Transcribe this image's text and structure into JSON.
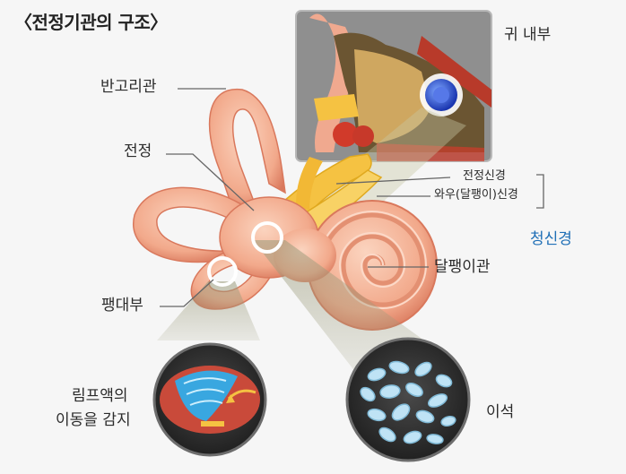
{
  "title": "〈전정기관의 구조〉",
  "inset_label": "귀 내부",
  "labels": {
    "semicircular_canals": "반고리관",
    "vestibule": "전정",
    "ampulla": "팽대부",
    "vestibular_nerve": "전정신경",
    "cochlear_nerve": "와우(달팽이)신경",
    "auditory_nerve": "청신경",
    "cochlea": "달팽이관",
    "lymph_line1": "림프액의",
    "lymph_line2": "이동을 감지",
    "otolith": "이석"
  },
  "colors": {
    "organ": "#f2a98b",
    "organ_dark": "#d9785c",
    "nerve": "#f5c242",
    "accent_blue": "#1f6fb6",
    "inset_bg": "#8d8d8d"
  }
}
